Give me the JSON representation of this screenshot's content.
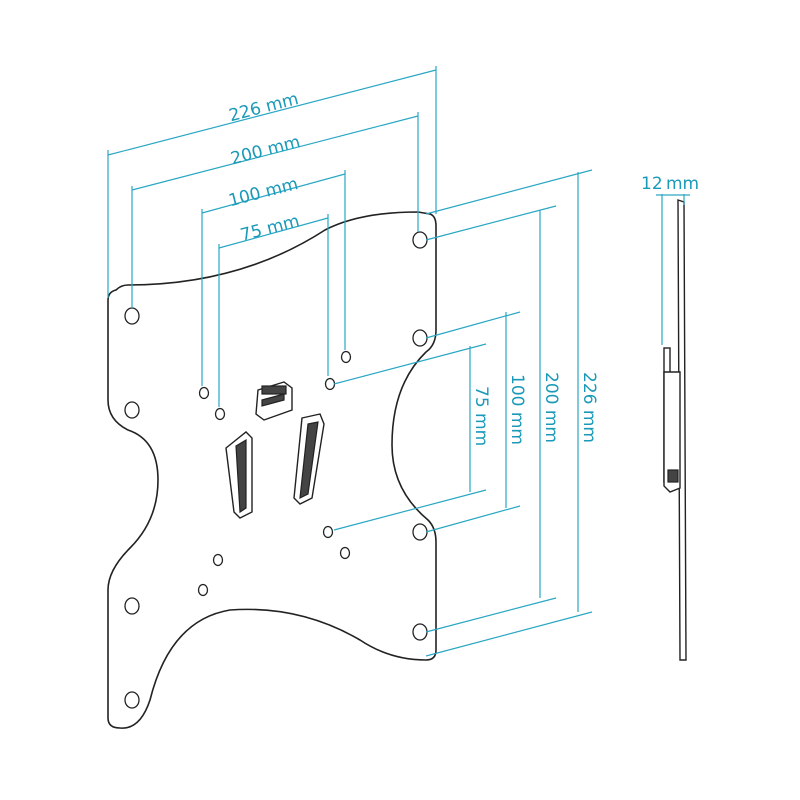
{
  "diagram": {
    "horizontal_dimensions": {
      "d226": "226 mm",
      "d200": "200 mm",
      "d100": "100 mm",
      "d75": "75 mm"
    },
    "vertical_dimensions": {
      "d226": "226 mm",
      "d200": "200 mm",
      "d100": "100 mm",
      "d75": "75 mm"
    },
    "side_view": {
      "thickness_value": "12",
      "thickness_unit": "mm"
    },
    "colors": {
      "dimension": "#2aa7c4",
      "outline": "#222222"
    }
  }
}
